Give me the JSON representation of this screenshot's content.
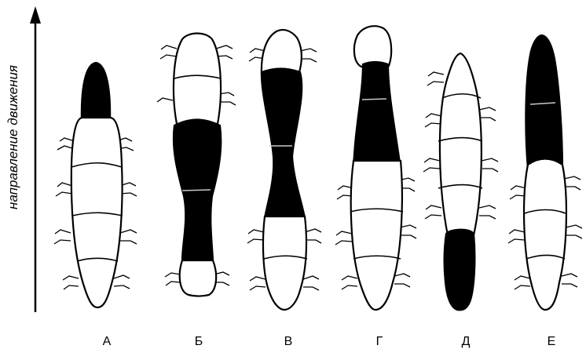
{
  "figure": {
    "axis_label": "направление движения",
    "panels": [
      {
        "id": "A",
        "label": "А"
      },
      {
        "id": "B",
        "label": "Б"
      },
      {
        "id": "V",
        "label": "В"
      },
      {
        "id": "G",
        "label": "Г"
      },
      {
        "id": "D",
        "label": "Д"
      },
      {
        "id": "E",
        "label": "Е"
      }
    ]
  },
  "colors": {
    "ink": "#000000",
    "paper": "#ffffff",
    "faint_line": "#c8c8c8"
  }
}
